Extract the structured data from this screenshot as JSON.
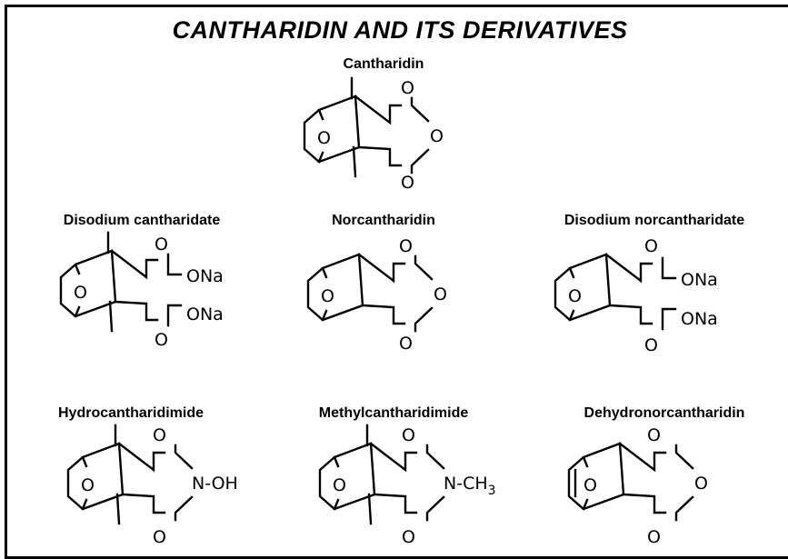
{
  "title": "CANTHARIDIN AND ITS DERIVATIVES",
  "compounds": [
    {
      "name": "Cantharidin",
      "atoms": {
        "bridge_o": "O",
        "top_o": "O",
        "bottom_o": "O",
        "right": "O"
      }
    },
    {
      "name": "Disodium cantharidate",
      "atoms": {
        "bridge_o": "O",
        "top_o": "O",
        "bottom_o": "O",
        "right_top": "ONa",
        "right_bottom": "ONa"
      }
    },
    {
      "name": "Norcantharidin",
      "atoms": {
        "bridge_o": "O",
        "top_o": "O",
        "bottom_o": "O",
        "right": "O"
      }
    },
    {
      "name": "Disodium norcantharidate",
      "atoms": {
        "bridge_o": "O",
        "top_o": "O",
        "bottom_o": "O",
        "right_top": "ONa",
        "right_bottom": "ONa"
      }
    },
    {
      "name": "Hydrocantharidimide",
      "atoms": {
        "bridge_o": "O",
        "top_o": "O",
        "bottom_o": "O",
        "right": "N-OH"
      }
    },
    {
      "name": "Methylcantharidimide",
      "atoms": {
        "bridge_o": "O",
        "top_o": "O",
        "bottom_o": "O",
        "right": "N-CH",
        "right_sub": "3"
      }
    },
    {
      "name": "Dehydronorcantharidin",
      "atoms": {
        "bridge_o": "O",
        "top_o": "O",
        "bottom_o": "O",
        "right": "O"
      }
    }
  ]
}
